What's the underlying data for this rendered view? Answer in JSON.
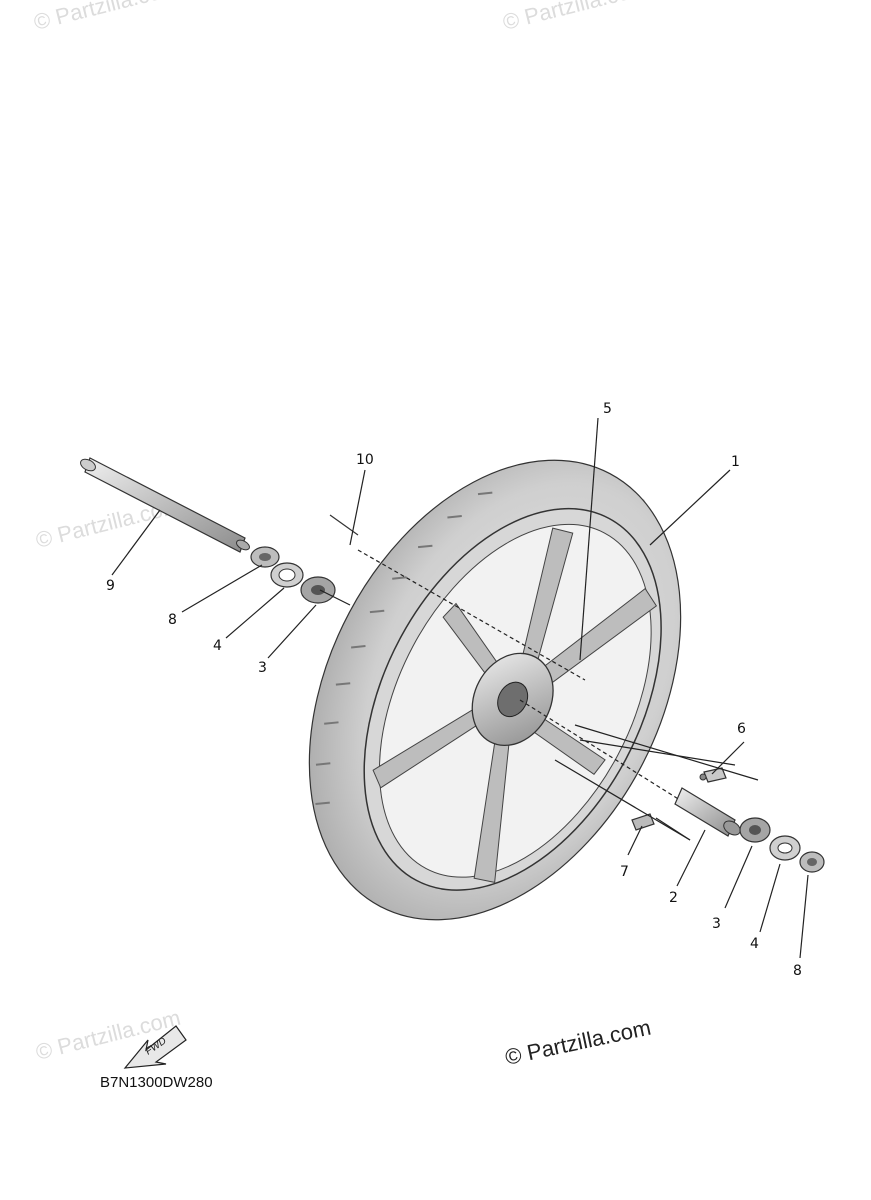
{
  "watermark_text": "© Partzilla.com",
  "copyright_text": "© Partzilla.com",
  "diagram_code": "B7N1300DW280",
  "fwd_label": "FWD",
  "callouts": [
    "1",
    "2",
    "3",
    "3",
    "4",
    "4",
    "5",
    "6",
    "7",
    "8",
    "8",
    "9",
    "10"
  ]
}
